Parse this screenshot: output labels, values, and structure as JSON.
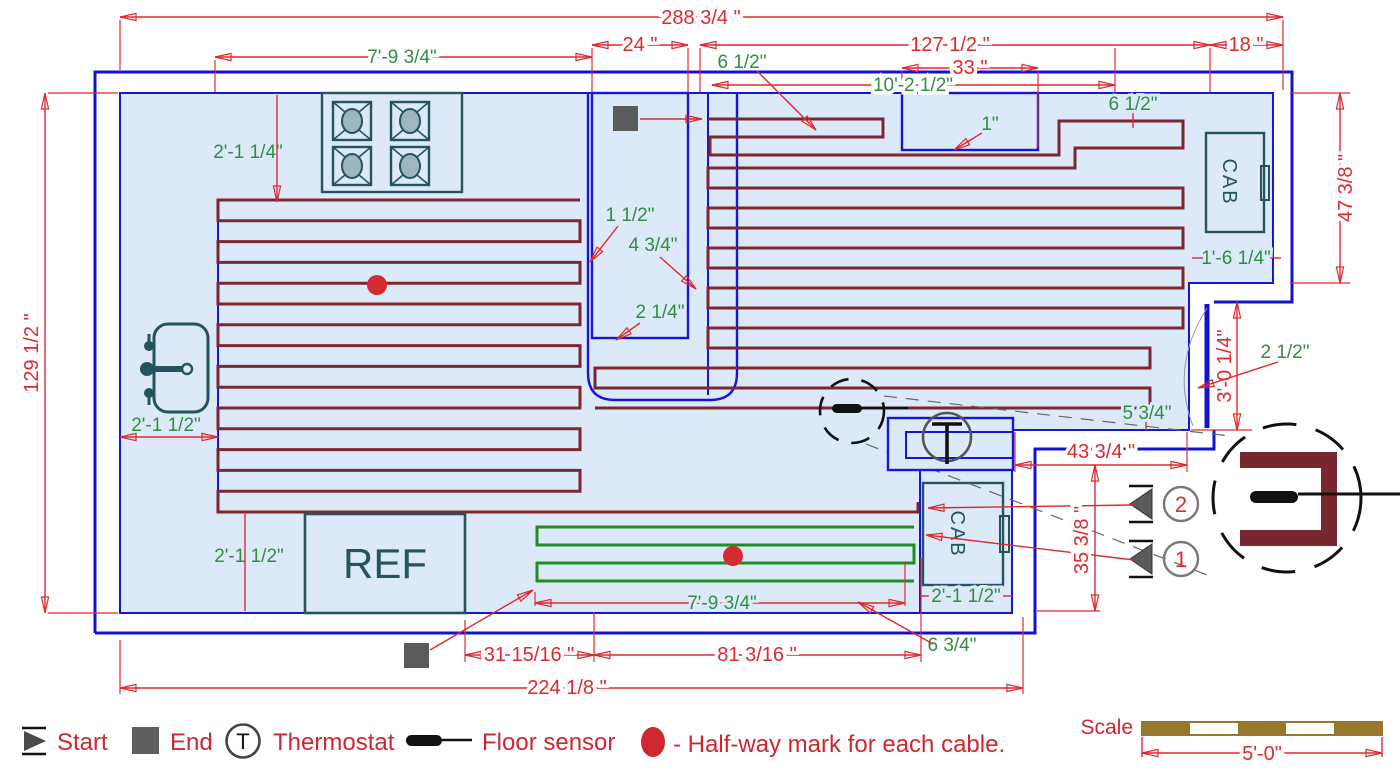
{
  "colors": {
    "wall_blue": "#1212d0",
    "floor_fill": "#dce9f8",
    "cable1_maroon": "#7a2830",
    "cable2_green": "#1f8f1f",
    "dim_red": "#de2a2e",
    "dim_green": "#2f8f3f",
    "appliance_teal": "#24545f",
    "marker_gray": "#5a5a5a",
    "scale_brown": "#97782a",
    "halfway_red": "#d42b30"
  },
  "dimensions": {
    "red": {
      "overall_width": "288 3/4 \"",
      "strip_24": "24 \"",
      "right_127": "127 1/2 \"",
      "right_18": "18 \"",
      "cutout_33": "33 \"",
      "overall_height": "129 1/2 \"",
      "right_height": "47 3/8 \"",
      "door_height": "3'-0 1/4\"",
      "t43": "43 3/4 \"",
      "t35": "35 3/8 \"",
      "t31": "31 15/16 \"",
      "t81": "81 3/16 \"",
      "t224": "224 1/8 \""
    },
    "green": {
      "counter_top": "7'-9 3/4\"",
      "g102": "10'-2 1/2\"",
      "g612a": "6 1/2\"",
      "g612b": "6 1/2\"",
      "g1": "1\"",
      "g2114": "2'-1 1/4\"",
      "g2112a": "2'-1 1/2\"",
      "g2112b": "2'-1 1/2\"",
      "g2112c": "2'-1 1/2\"",
      "g112": "1 1/2\"",
      "g434": "4 3/4\"",
      "g214": "2 1/4\"",
      "g212": "2 1/2\"",
      "g534": "5 3/4\"",
      "g1614": "1'-6 1/4\"",
      "green_cable_len": "7'-9 3/4\"",
      "g634": "6 3/4\""
    }
  },
  "labels": {
    "ref": "REF",
    "cab_top": "CAB",
    "cab_bottom": "CAB",
    "thermostat_letter": "T"
  },
  "markers": {
    "upper_circle": "2",
    "lower_circle": "1"
  },
  "legend": {
    "start": "Start",
    "end": "End",
    "thermostat": "Thermostat",
    "thermostat_letter": "T",
    "floor_sensor": "Floor sensor",
    "halfway": "- Half-way mark for each cable."
  },
  "scale": {
    "label": "Scale",
    "length": "5'-0\""
  }
}
